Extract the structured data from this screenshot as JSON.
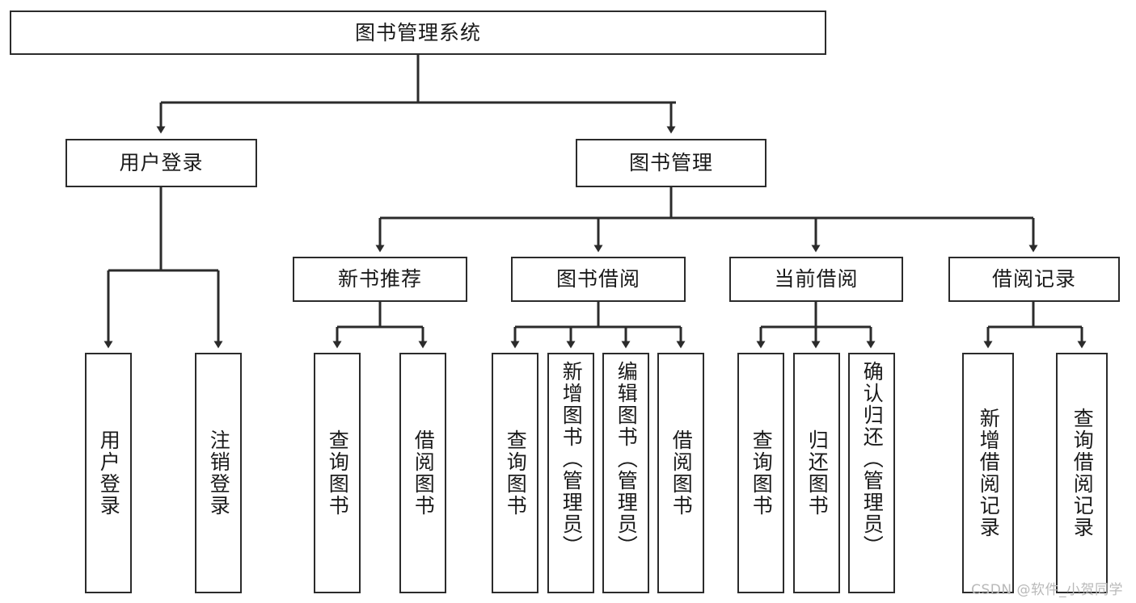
{
  "diagram": {
    "title_node": {
      "label": "图书管理系统"
    },
    "level2": [
      {
        "label": "用户登录"
      },
      {
        "label": "图书管理"
      }
    ],
    "level3": [
      {
        "label": "新书推荐"
      },
      {
        "label": "图书借阅"
      },
      {
        "label": "当前借阅"
      },
      {
        "label": "借阅记录"
      }
    ],
    "leaves": {
      "user_login": [
        {
          "label": "用户登录"
        },
        {
          "label": "注销登录"
        }
      ],
      "new_book_recommend": [
        {
          "label": "查询图书"
        },
        {
          "label": "借阅图书"
        }
      ],
      "book_borrow": [
        {
          "label": "查询图书"
        },
        {
          "label": "新增图书（管理员）"
        },
        {
          "label": "编辑图书（管理员）"
        },
        {
          "label": "借阅图书"
        }
      ],
      "current_borrow": [
        {
          "label": "查询图书"
        },
        {
          "label": "归还图书"
        },
        {
          "label": "确认归还（管理员）"
        }
      ],
      "borrow_record": [
        {
          "label": "新增借阅记录"
        },
        {
          "label": "查询借阅记录"
        }
      ]
    }
  },
  "watermark": {
    "text": "CSDN @软件_小贺同学"
  },
  "colors": {
    "border": "#2b2b2b",
    "text": "#1a1a1a",
    "background": "#ffffff",
    "watermark": "#b9b9b9"
  }
}
